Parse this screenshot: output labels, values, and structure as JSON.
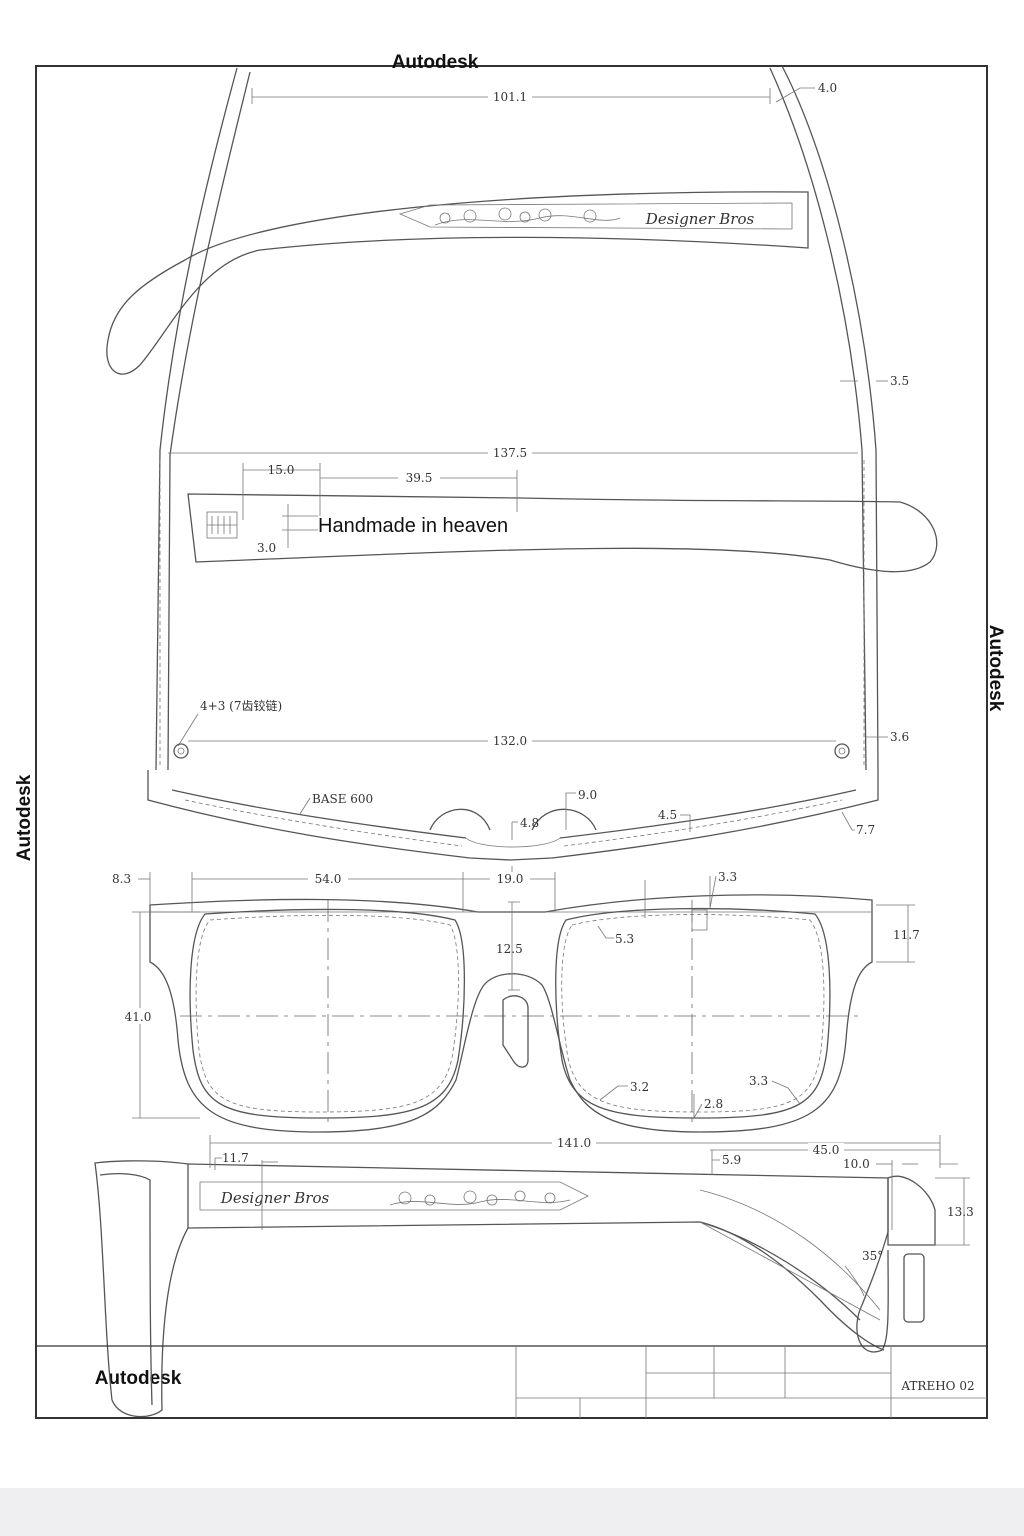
{
  "watermarks": {
    "top": "Autodesk",
    "right": "Autodesk",
    "left": "Autodesk",
    "bottom": "Autodesk"
  },
  "top_view": {
    "dim_temple_gap": "101.1",
    "dim_temple_thickness_top": "4.0",
    "dim_temple_width": "3.5",
    "dim_total_width": "137.5",
    "dim_text_offset": "15.0",
    "dim_text_length": "39.5",
    "dim_text_height": "3.0",
    "engraving_text": "Handmade in heaven",
    "hinge_note": "4+3 (7齿铰链)",
    "dim_hinge_span": "132.0",
    "dim_hinge_right": "3.6",
    "base_note": "BASE 600",
    "dim_bridge_top": "9.0",
    "dim_bridge_thickness": "4.8",
    "dim_rim_thickness": "4.5",
    "dim_endpiece": "7.7",
    "temple_logo_script": "Designer Bros"
  },
  "front_view": {
    "dim_endpiece_width": "8.3",
    "dim_lens_width": "54.0",
    "dim_bridge_width": "19.0",
    "dim_top_rim": "3.3",
    "dim_inner_radius": "5.3",
    "dim_bridge_height": "12.5",
    "dim_lug_height": "11.7",
    "dim_lens_height": "41.0",
    "dim_corner_left": "3.2",
    "dim_corner_right": "3.3",
    "dim_bottom_rim": "2.8"
  },
  "side_view": {
    "dim_temple_length": "141.0",
    "dim_front_offset": "11.7",
    "dim_step": "5.9",
    "dim_bend_length": "45.0",
    "dim_tip_length": "10.0",
    "dim_tip_height": "13.3",
    "dim_bend_angle": "35°",
    "temple_logo_script": "Designer Bros"
  },
  "title_block": {
    "drawing_code": "ATREHO 02"
  }
}
